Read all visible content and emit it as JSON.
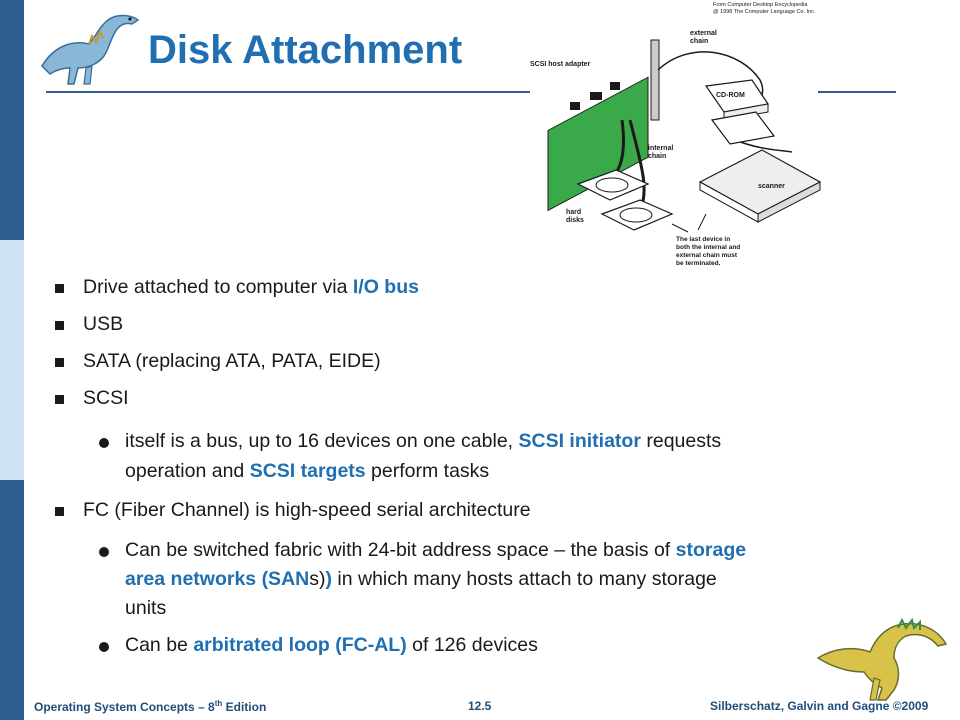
{
  "title": "Disk Attachment",
  "figure": {
    "credit_line1": "From Computer Desktop Encyclopedia",
    "credit_line2": "@ 1998 The Computer Language Co. Inc.",
    "label_adapter": "SCSI host adapter",
    "label_external_1": "external",
    "label_external_2": "chain",
    "label_internal_1": "internal",
    "label_internal_2": "chain",
    "label_cdrom": "CD-ROM",
    "label_scanner": "scanner",
    "label_hard_1": "hard",
    "label_hard_2": "disks",
    "label_note_1": "The last device in",
    "label_note_2": "both the internal and",
    "label_note_3": "external chain must",
    "label_note_4": "be terminated."
  },
  "bullets": {
    "b1_text": "Drive attached to computer via ",
    "b1_hl": "I/O bus",
    "b2_text": "USB",
    "b3_text": "SATA  (replacing ATA, PATA, EIDE)",
    "b4_text": "SCSI",
    "s1_text_a": "itself is a bus, up to 16 devices on one cable, ",
    "s1_hl_a": "SCSI initiator",
    "s1_text_b": " requests",
    "s1_text_c": "operation and ",
    "s1_hl_b": "SCSI targets",
    "s1_text_d": " perform tasks",
    "b5_text": "FC  (Fiber Channel) is high-speed serial architecture",
    "s2_text_a": "Can be switched fabric with 24-bit address space – the basis of ",
    "s2_hl_a": "storage",
    "s2_hl_b": "area networks (SAN",
    "s2_text_b": "s)",
    "s2_text_c": " in which many hosts attach to many storage",
    "s2_text_d": "units",
    "s3_text_a": "Can be ",
    "s3_hl_a": "arbitrated loop (FC-AL)",
    "s3_text_b": " of 126 devices"
  },
  "footer": {
    "left_a": "Operating System Concepts – 8",
    "left_sup": "th",
    "left_b": " Edition",
    "center": "12.5",
    "right": "Silberschatz, Galvin and Gagne ©2009"
  }
}
